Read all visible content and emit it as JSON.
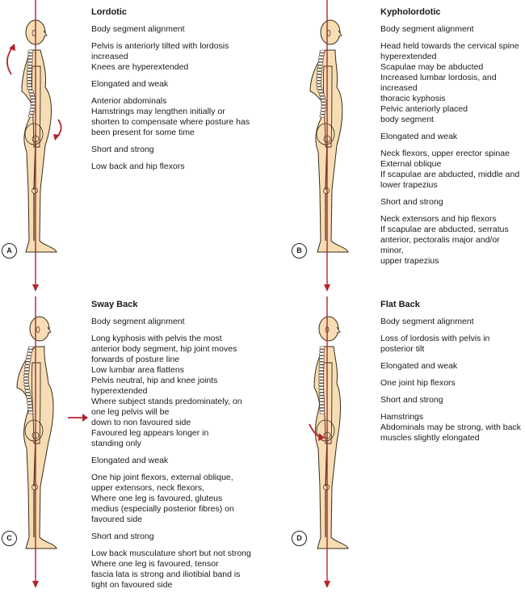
{
  "colors": {
    "accent": "#b3232b",
    "skin": "#f6ddb3",
    "outline": "#3a2a1a",
    "bone": "#ffffff"
  },
  "panels": [
    {
      "id": "A",
      "label": "A",
      "title": "Lordotic",
      "sections": [
        [
          "Body segment alignment"
        ],
        [
          "Pelvis is anteriorly tilted with lordosis",
          "increased",
          "Knees are hyperextended"
        ],
        [
          "Elongated and weak"
        ],
        [
          "Anterior abdominals",
          "Hamstrings may lengthen initially or",
          "shorten to compensate where posture has",
          "been present for some time"
        ],
        [
          "Short and strong"
        ],
        [
          "Low back and hip flexors"
        ]
      ]
    },
    {
      "id": "B",
      "label": "B",
      "title": "Kypholordotic",
      "sections": [
        [
          "Body segment alignment"
        ],
        [
          "Head held towards the cervical spine",
          "hyperextended",
          "Scapulae may be abducted",
          "Increased lumbar lordosis, and increased",
          "thoracic kyphosis",
          "Pelvic anteriorly placed",
          "body segment"
        ],
        [
          "Elongated and weak"
        ],
        [
          "Neck flexors, upper erector spinae",
          "External oblique",
          "If scapulae are abducted, middle and",
          "lower trapezius"
        ],
        [
          "Short and strong"
        ],
        [
          "Neck extensors and hip flexors",
          "If scapulae are abducted, serratus",
          "anterior, pectoralis major and/or minor,",
          "upper trapezius"
        ]
      ]
    },
    {
      "id": "C",
      "label": "C",
      "title": "Sway Back",
      "sections": [
        [
          "Body segment alignment"
        ],
        [
          "Long kyphosis with pelvis the most",
          "anterior body segment, hip joint moves",
          "forwards of posture line",
          "Low lumbar area flattens",
          "Pelvis neutral, hip and knee joints hyperextended",
          "Where subject stands predominately, on",
          "one leg pelvis will be",
          "down to non favoured side",
          "Favoured leg appears longer in",
          "standing only"
        ],
        [
          "Elongated and weak"
        ],
        [
          "One hip joint flexors, external oblique,",
          "upper extensors, neck flexors,",
          "Where one leg is favoured, gluteus",
          "medius (especially posterior fibres) on",
          "favoured side"
        ],
        [
          "Short and strong"
        ],
        [
          "Low back musculature short but not strong",
          "Where one leg is favoured, tensor",
          "fascia lata is strong and iliotibial band is",
          "tight on favoured side"
        ]
      ]
    },
    {
      "id": "D",
      "label": "D",
      "title": "Flat Back",
      "sections": [
        [
          "Body segment alignment"
        ],
        [
          "Loss of lordosis with pelvis in",
          "posterior tilt"
        ],
        [
          "Elongated and weak"
        ],
        [
          "One joint hip flexors"
        ],
        [
          "Short and strong"
        ],
        [
          "Hamstrings",
          "Abdominals may be strong, with back",
          "muscles slightly elongated"
        ]
      ]
    }
  ]
}
